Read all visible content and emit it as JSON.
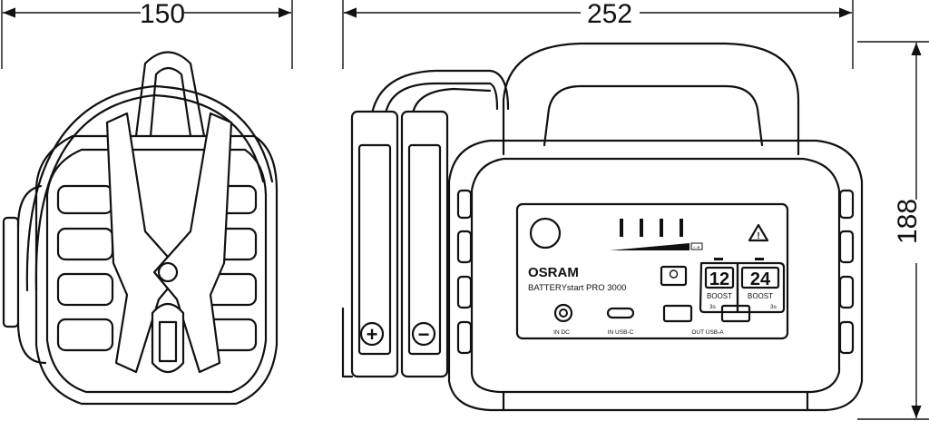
{
  "dimensions": {
    "width_left": "150",
    "width_right": "252",
    "height": "188"
  },
  "panel": {
    "brand": "OSRAM",
    "model": "BATTERYstart PRO 3000",
    "ports": {
      "in_dc": "IN DC",
      "in_usbc": "IN USB-C",
      "out_usba": "OUT USB-A"
    },
    "boost12": {
      "voltage": "12",
      "label": "BOOST",
      "hold": "3s"
    },
    "boost24": {
      "voltage": "24",
      "label": "BOOST",
      "hold": "3s"
    },
    "battery_icon": "- +"
  },
  "clamps": {
    "positive": "+",
    "negative": "−"
  }
}
